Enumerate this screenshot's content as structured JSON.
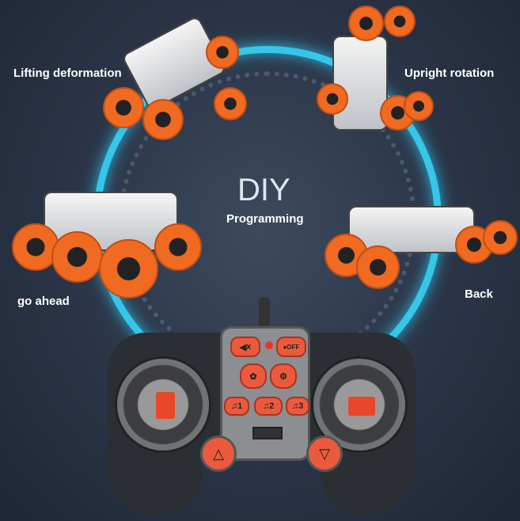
{
  "labels": {
    "lifting": "Lifting deformation",
    "upright": "Upright rotation",
    "diy": "DIY",
    "programming": "Programming",
    "go_ahead": "go ahead",
    "back": "Back"
  },
  "controller": {
    "mute_glyph": "x",
    "off_text": "OFF",
    "music_1": "1",
    "music_2": "2",
    "music_3": "3"
  },
  "colors": {
    "ring": "#35c6e8",
    "accent": "#ec5a3d",
    "wheel": "#f06a22",
    "background": "#2a3446"
  }
}
